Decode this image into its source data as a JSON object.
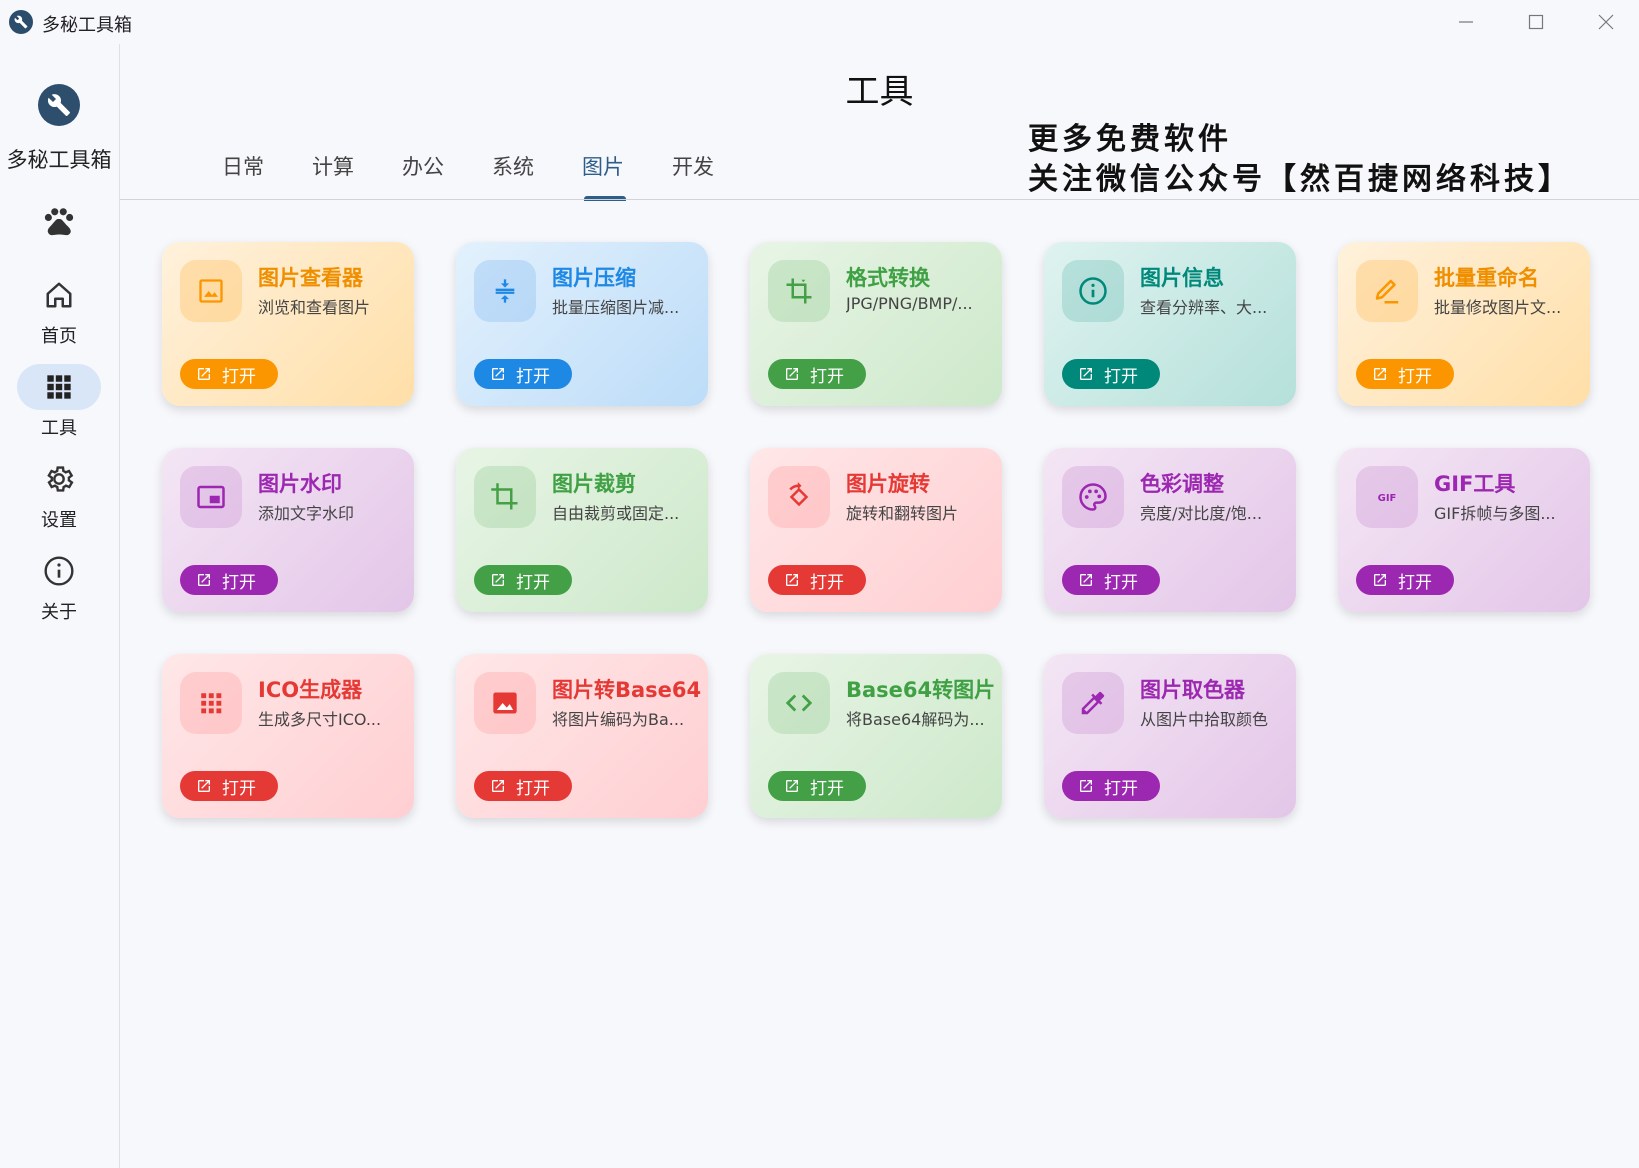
{
  "window": {
    "title": "多秘工具箱",
    "icons": {
      "logo": "wrench-icon",
      "minimize": "minimize-icon",
      "maximize": "maximize-icon",
      "close": "close-icon"
    }
  },
  "sidebar": {
    "brand_name": "多秘工具箱",
    "items": [
      {
        "label": "首页",
        "icon": "home-icon",
        "active": false
      },
      {
        "label": "工具",
        "icon": "grid-icon",
        "active": true
      },
      {
        "label": "设置",
        "icon": "gear-icon",
        "active": false
      },
      {
        "label": "关于",
        "icon": "info-icon",
        "active": false
      }
    ]
  },
  "header": {
    "title": "工具",
    "promo_line1": "更多免费软件",
    "promo_line2": "关注微信公众号【然百捷网络科技】"
  },
  "tabs": [
    {
      "label": "日常",
      "active": false
    },
    {
      "label": "计算",
      "active": false
    },
    {
      "label": "办公",
      "active": false
    },
    {
      "label": "系统",
      "active": false
    },
    {
      "label": "图片",
      "active": true
    },
    {
      "label": "开发",
      "active": false
    }
  ],
  "open_label": "打开",
  "colors": {
    "orange": "#fb9600",
    "blue": "#1e88e5",
    "green": "#43a047",
    "teal": "#00897b",
    "purple": "#9c27b0",
    "red": "#e53935",
    "accent": "#2f5d8a"
  },
  "cards": [
    {
      "title": "图片查看器",
      "desc": "浏览和查看图片",
      "theme": "orange",
      "icon": "image-icon"
    },
    {
      "title": "图片压缩",
      "desc": "批量压缩图片减...",
      "theme": "blue",
      "icon": "compress-icon"
    },
    {
      "title": "格式转换",
      "desc": "JPG/PNG/BMP/...",
      "theme": "green",
      "icon": "crop-rotate-icon"
    },
    {
      "title": "图片信息",
      "desc": "查看分辨率、大...",
      "theme": "teal",
      "icon": "info-icon"
    },
    {
      "title": "批量重命名",
      "desc": "批量修改图片文...",
      "theme": "orange",
      "icon": "edit-icon"
    },
    {
      "title": "图片水印",
      "desc": "添加文字水印",
      "theme": "purple",
      "icon": "watermark-icon"
    },
    {
      "title": "图片裁剪",
      "desc": "自由裁剪或固定...",
      "theme": "green",
      "icon": "crop-icon"
    },
    {
      "title": "图片旋转",
      "desc": "旋转和翻转图片",
      "theme": "red",
      "icon": "rotate-icon"
    },
    {
      "title": "色彩调整",
      "desc": "亮度/对比度/饱...",
      "theme": "purple",
      "icon": "palette-icon"
    },
    {
      "title": "GIF工具",
      "desc": "GIF拆帧与多图...",
      "theme": "purple",
      "icon": "gif-icon"
    },
    {
      "title": "ICO生成器",
      "desc": "生成多尺寸ICO...",
      "theme": "red",
      "icon": "apps-icon"
    },
    {
      "title": "图片转Base64",
      "desc": "将图片编码为Ba...",
      "theme": "red",
      "icon": "photo-icon"
    },
    {
      "title": "Base64转图片",
      "desc": "将Base64解码为...",
      "theme": "green",
      "icon": "code-icon"
    },
    {
      "title": "图片取色器",
      "desc": "从图片中拾取颜色",
      "theme": "purple",
      "icon": "eyedropper-icon"
    }
  ]
}
